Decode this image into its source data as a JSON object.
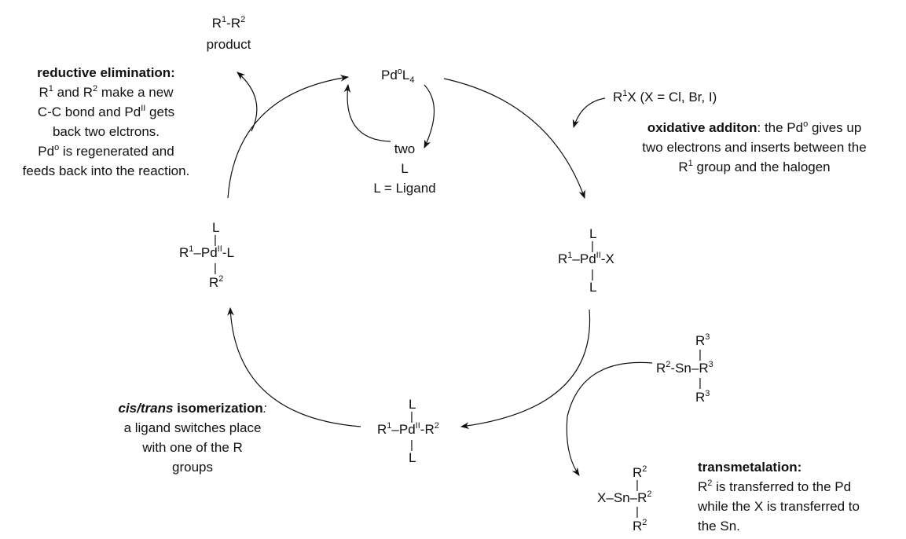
{
  "product": {
    "formula_r1": "R",
    "formula_sup1": "1",
    "formula_dash": "-R",
    "formula_sup2": "2",
    "label": "product"
  },
  "pd0_complex": {
    "pd": "Pd",
    "ox": "o",
    "l": "L",
    "sub": "4"
  },
  "ligand_release": {
    "line1": "two",
    "line2": "L",
    "line3": "L = Ligand"
  },
  "reductive_elimination": {
    "title": "reductive elimination:",
    "l2a": "R",
    "l2b": "1",
    "l2c": " and R",
    "l2d": "2",
    "l2e": " make a new",
    "l3a": "C-C bond and Pd",
    "l3b": "II",
    "l3c": " gets",
    "l4": "back two elctrons.",
    "l5": "Pd",
    "l5b": "o",
    "l5c": " is regenerated and",
    "l6": "feeds back into the reaction."
  },
  "reagent_rx": {
    "a": "R",
    "b": "1",
    "c": "X  (X = Cl, Br, I)"
  },
  "oxidative_addition": {
    "title": "oxidative additon",
    "l1rest": ": the Pd",
    "l1sup": "o",
    "l1end": " gives up",
    "l2": "two electrons and inserts between the",
    "l3a": "R",
    "l3b": "1",
    "l3c": " group and the halogen"
  },
  "complex_left": {
    "top": "L",
    "r": "R",
    "rsup": "1",
    "pd": "Pd",
    "ox": "II",
    "right": "-L",
    "bottom": "R",
    "bsup": "2"
  },
  "complex_right": {
    "top": "L",
    "r": "R",
    "rsup": "1",
    "pd": "Pd",
    "ox": "II",
    "right": "-X",
    "bottom": "L"
  },
  "complex_bottom": {
    "top": "L",
    "r": "R",
    "rsup": "1",
    "pd": "Pd",
    "ox": "II",
    "right": "-R",
    "rsup2": "2",
    "bottom": "L"
  },
  "stannane_reagent": {
    "top": "R",
    "topsup": "3",
    "left": "R",
    "leftsup": "2",
    "sn": "-Sn",
    "right": "R",
    "rightsup": "3",
    "bottom": "R",
    "bottomsup": "3"
  },
  "stannane_product": {
    "top": "R",
    "topsup": "2",
    "left": "X",
    "sn": "Sn",
    "right": "R",
    "rightsup": "2",
    "bottom": "R",
    "bottomsup": "2"
  },
  "isomerization": {
    "t1": "cis/trans",
    "t2": " isomerization",
    "t3": ":",
    "l2": "a ligand switches place",
    "l3": "with one of the R",
    "l4": "groups"
  },
  "transmetalation": {
    "title": "transmetalation:",
    "l2a": "R",
    "l2b": "2",
    "l2c": " is transferred to the Pd",
    "l3": "while the X is transferred to",
    "l4": "the Sn."
  }
}
